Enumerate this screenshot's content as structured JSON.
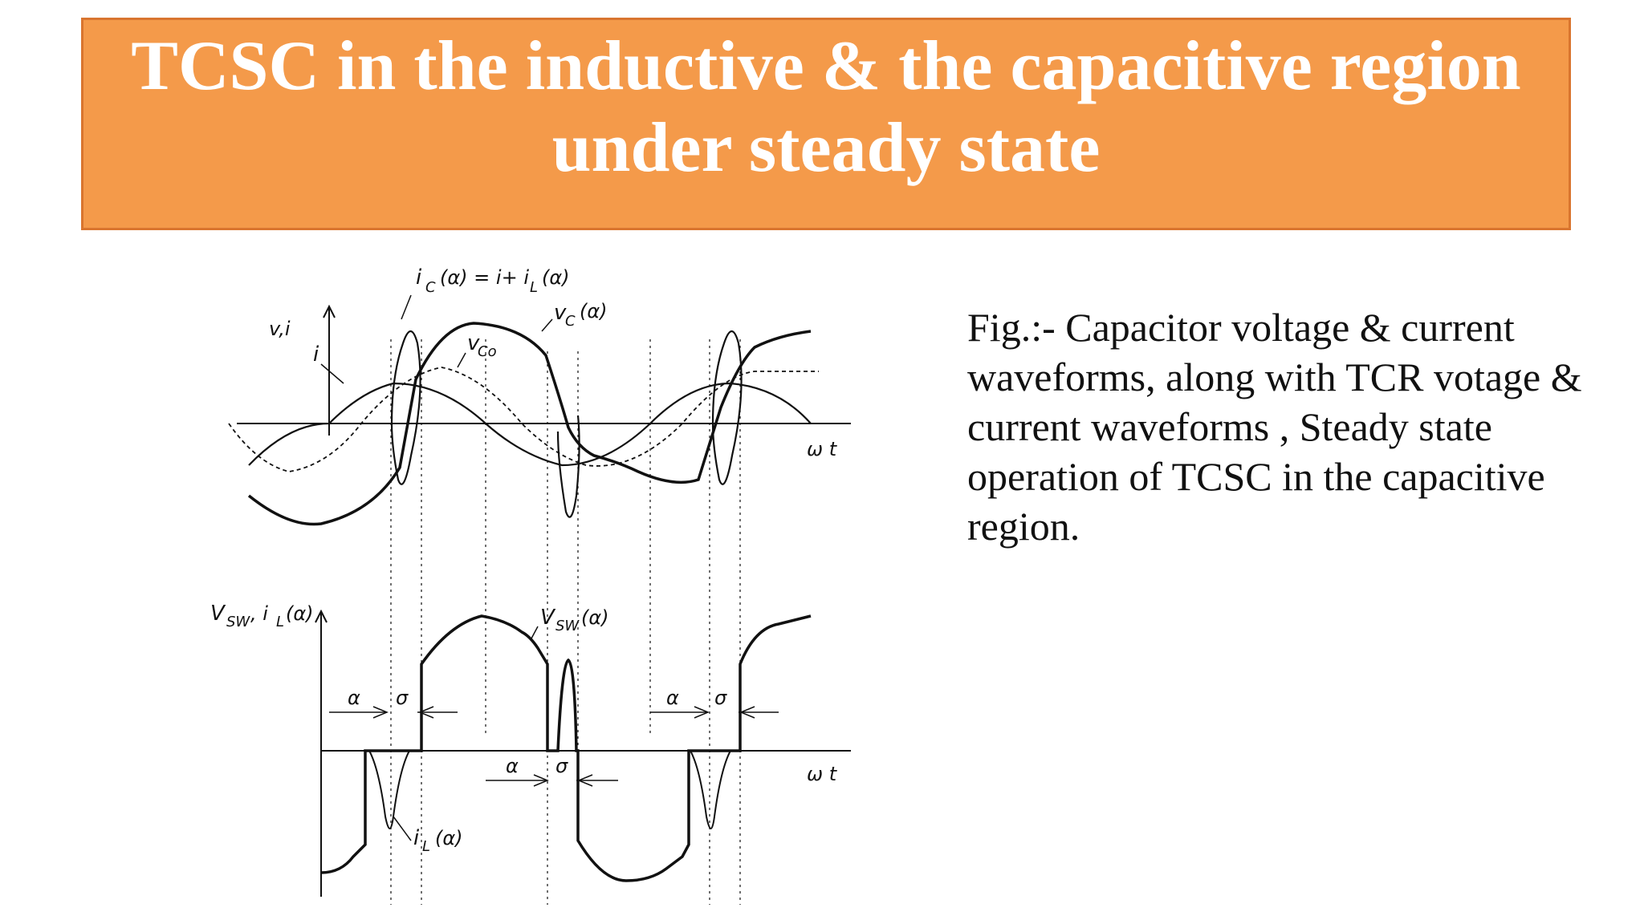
{
  "slide": {
    "title_line1": "TCSC in the inductive & the capacitive region",
    "title_line2": "under steady state"
  },
  "caption": {
    "line1": "Fig.:- Capacitor voltage & current",
    "line2": "waveforms, along with TCR votage &",
    "line3": "current waveforms , Steady state",
    "line4": "operation of TCSC in the capacitive",
    "line5": "region."
  },
  "figure": {
    "top_plot": {
      "ylabel": "v,i",
      "xlabel": "ω t",
      "label_ic": "i",
      "label_ic_sub": "C",
      "label_ic_expr": "(α) = i+ i",
      "label_ic_sub2": "L",
      "label_ic_end": "(α)",
      "label_vc": "v",
      "label_vc_sub": "C",
      "label_vc_end": "(α)",
      "label_vco": "v",
      "label_vco_sub": "Co",
      "label_i": "i"
    },
    "bottom_plot": {
      "ylabel_v": "V",
      "ylabel_v_sub": "SW",
      "ylabel_i": ", i",
      "ylabel_i_sub": "L",
      "ylabel_end": "(α)",
      "xlabel": "ω t",
      "label_vsw": "V",
      "label_vsw_sub": "SW",
      "label_vsw_end": "(α)",
      "label_il": "i",
      "label_il_sub": "L",
      "label_il_end": "(α)",
      "alpha": "α",
      "sigma": "σ"
    }
  }
}
